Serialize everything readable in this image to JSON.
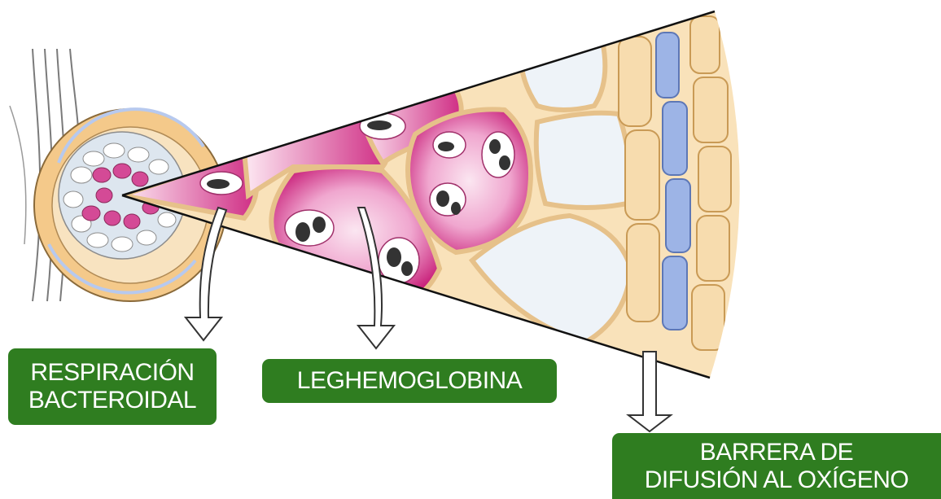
{
  "labels": {
    "respiracion": {
      "line1": "RESPIRACIÓN",
      "line2": "BACTEROIDAL"
    },
    "leghemoglobina": "LEGHEMOGLOBINA",
    "barrera": {
      "line1": "BARRERA DE",
      "line2": "DIFUSIÓN AL OXÍGENO"
    }
  },
  "colors": {
    "label_bg": "#2f7d20",
    "label_text": "#ffffff",
    "cortex_cell": "#f7dcae",
    "cortex_outline": "#c99a55",
    "infected_cell": "#d83a8e",
    "infected_light": "#f6d3e6",
    "uninfected_cell": "#eef3f8",
    "barrier_layer": "#9db4e6",
    "bacteroid": "#333333"
  }
}
